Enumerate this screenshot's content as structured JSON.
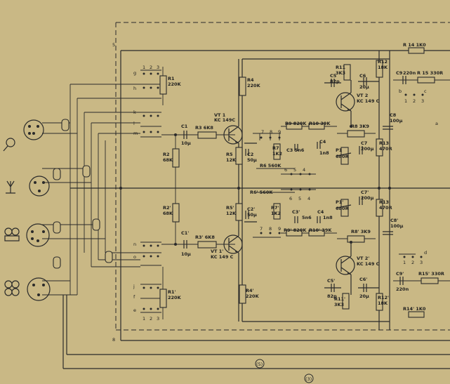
{
  "border": {
    "top_corner": "5",
    "bottom_corner": "8"
  },
  "footer": {
    "node_a": "(5)",
    "node_b": "(3)"
  },
  "upper_channel": {
    "r1": "R1",
    "r1v": "220K",
    "r2": "R2",
    "r2v": "68K",
    "c1": "C1",
    "c1v": "10μ",
    "r3": "R3 6K8",
    "vt1": "VT 1",
    "vt1v": "KC 149C",
    "r4": "R4",
    "r4v": "220K",
    "r5": "R5",
    "r5v": "12K",
    "c2": "C2",
    "c2v": "50μ",
    "r6": "R6 560K",
    "r7": "R7",
    "r7v": "1K2",
    "c3": "C3 5n6",
    "c4": "C4",
    "c4v": "1n8",
    "r9": "R9 820K",
    "r10": "R10 39K",
    "r8": "R8 3K9",
    "c7": "C7",
    "c7v": "200μ",
    "p1": "P1",
    "p1v": "680R",
    "r13": "R13",
    "r13v": "470R",
    "r11": "R11",
    "r11v": "3K3",
    "c5": "C5",
    "c5v": "82p",
    "c6": "C6",
    "c6v": "20μ",
    "vt2": "VT 2",
    "vt2v": "KC 149 C",
    "r12": "R12",
    "r12v": "18K",
    "c8": "C8",
    "c8v": "100μ",
    "c9": "C9",
    "c9v": "220n",
    "r14": "R 14 1K0",
    "r15": "R 15 330R",
    "sw_a": "a",
    "sw_b": "b",
    "sw_c": "c"
  },
  "lower_channel": {
    "r1": "R1'",
    "r1v": "220K",
    "r2": "R2'",
    "r2v": "68K",
    "c1": "C1'",
    "c1v": "10μ",
    "r3": "R3' 6K8",
    "vt1": "VT 1'",
    "vt1v": "KC 149 C",
    "r4": "R4'",
    "r4v": "220K",
    "r5": "R5'",
    "r5v": "12K",
    "c2": "C2'",
    "c2v": "50μ",
    "r6": "R6' 560K",
    "r7": "R7'",
    "r7v": "1K2",
    "c3": "C3'",
    "c3v": "5n6",
    "c4": "C4",
    "c4v": "1n8",
    "r9": "R9' 820K",
    "r10": "R10' 39K",
    "r8": "R8' 3K9",
    "c7": "C7'",
    "c7v": "200μ",
    "p1": "P1'",
    "p1v": "680R",
    "r13": "R13'",
    "r13v": "470R",
    "r11": "R11'",
    "r11v": "3K3",
    "c5": "C5'",
    "c5v": "82p",
    "c6": "C6'",
    "c6v": "20μ",
    "vt2": "VT 2'",
    "vt2v": "KC 149 C",
    "r12": "R12'",
    "r12v": "18K",
    "c8": "C8'",
    "c8v": "100μ",
    "c9": "C9'",
    "c9v": "220n",
    "r14": "R14' 1K0",
    "r15": "R15' 330R",
    "sw_d": "d"
  },
  "switch_numbers": {
    "one": "1",
    "two": "2",
    "three": "3",
    "four": "4",
    "five": "5",
    "six": "6",
    "seven": "7",
    "eight": "8",
    "nine": "9"
  },
  "switch_letters": {
    "g": "g",
    "h": "h",
    "k": "k",
    "l": "l",
    "m": "m",
    "n": "n",
    "o": "o",
    "j": "j",
    "f": "f",
    "e": "e"
  }
}
